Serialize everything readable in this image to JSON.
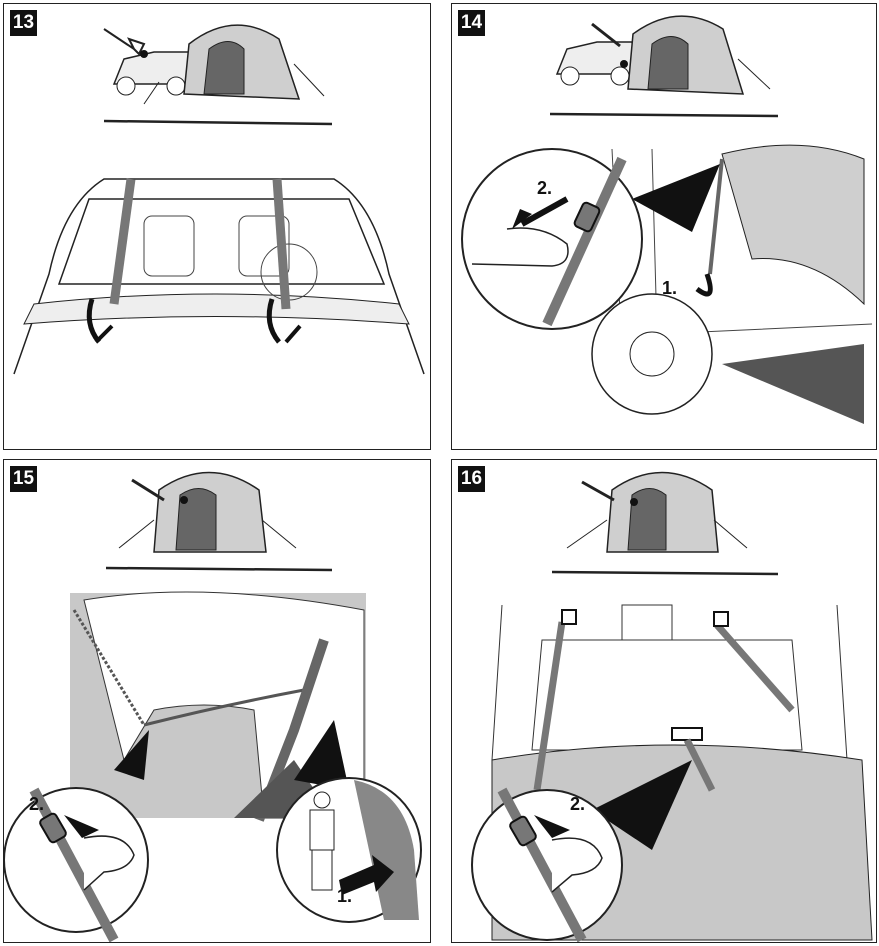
{
  "steps": [
    {
      "number": "13"
    },
    {
      "number": "14",
      "labels": {
        "first": "1.",
        "second": "2."
      }
    },
    {
      "number": "15",
      "labels": {
        "first": "1.",
        "second": "2."
      }
    },
    {
      "number": "16",
      "labels": {
        "second": "2."
      }
    }
  ],
  "colors": {
    "strap": "#777777",
    "tent_dark": "#555555",
    "tent_light": "#cfcfcf",
    "line": "#222222"
  }
}
